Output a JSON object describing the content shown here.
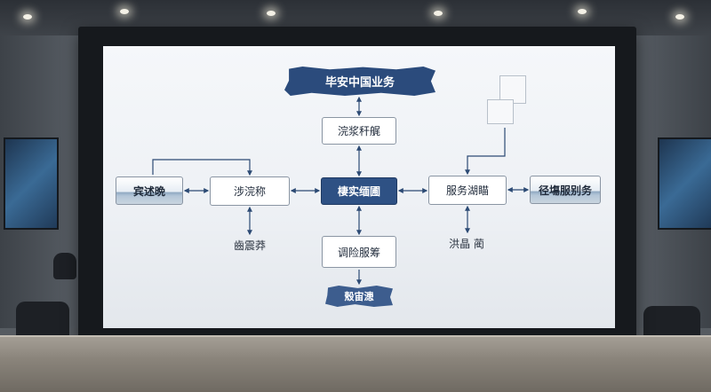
{
  "diagram": {
    "top_banner": "毕安中国业务",
    "upper_box": "浣浆秆艉",
    "center_box": "棲实缅圃",
    "left_box": "涉浣称",
    "left_city": "宾述晩",
    "right_box": "服务湖瞄",
    "right_city": "径塲服别务",
    "lower_box": "调险服筹",
    "bottom_banner": "殼宙漶",
    "left_label": "齒震莽",
    "right_label": "洪晶 蔺"
  },
  "colors": {
    "accent": "#2e5184",
    "banner": "#2b4b7c",
    "connector": "#2c4a74",
    "screen_bg": "#f2f4f7"
  }
}
